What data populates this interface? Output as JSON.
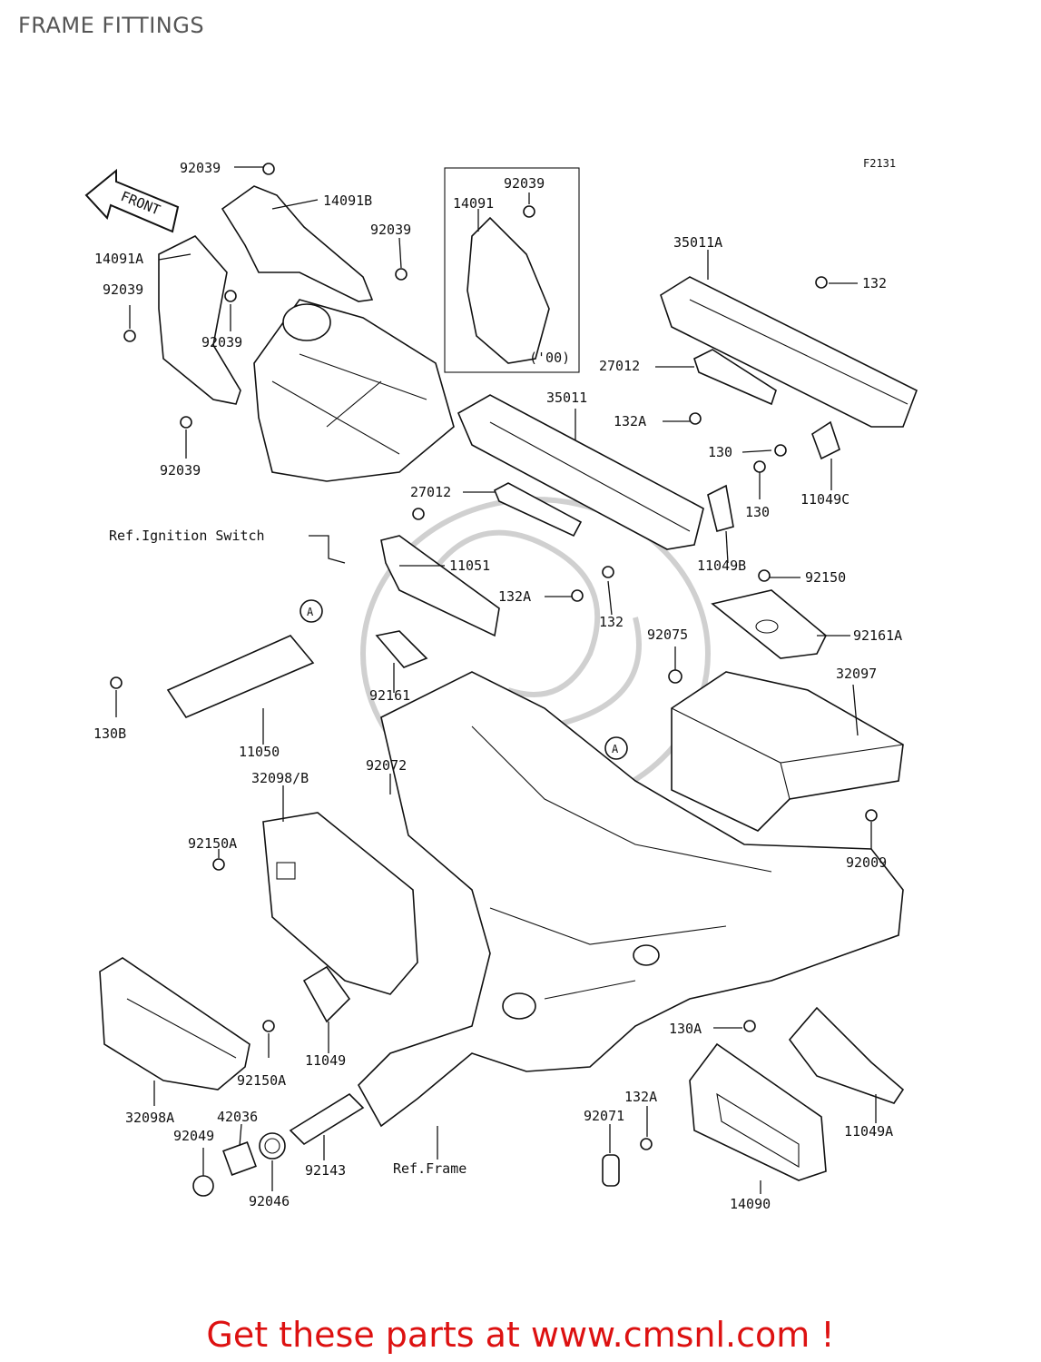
{
  "title": "FRAME FITTINGS",
  "figure_code": "F2131",
  "front_label": "FRONT",
  "ref_labels": {
    "ignition_switch": "Ref.Ignition Switch",
    "frame": "Ref.Frame"
  },
  "year_note": "('00)",
  "callout_a": "A",
  "part_labels": [
    "92039",
    "14091B",
    "14091A",
    "92039",
    "92039",
    "92039",
    "92039",
    "92039",
    "14091",
    "35011A",
    "132",
    "27012",
    "132A",
    "35011",
    "130",
    "11049C",
    "130",
    "27012",
    "11051",
    "132A",
    "132",
    "11049B",
    "92150",
    "92075",
    "92161A",
    "32097",
    "130B",
    "11050",
    "92161",
    "32098/B",
    "92072",
    "92150A",
    "92009",
    "11049",
    "92150A",
    "130A",
    "32098A",
    "42036",
    "92049",
    "92046",
    "92143",
    "132A",
    "92071",
    "11049A",
    "14090"
  ],
  "footer": "Get these parts at www.cmsnl.com !",
  "colors": {
    "footer": "#dd1111",
    "lines": "#111111",
    "watermark": "#d0d0d0"
  }
}
